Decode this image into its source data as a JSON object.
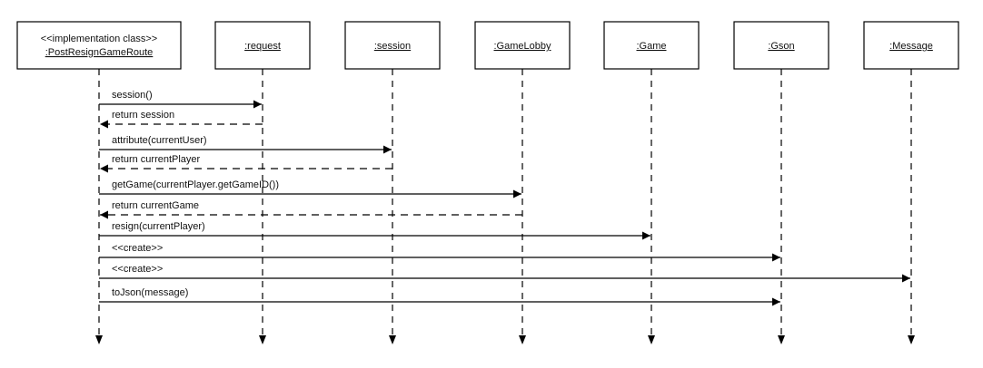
{
  "colors": {
    "line": "#000000",
    "box_fill": "#ffffff",
    "text": "#111111"
  },
  "participants": [
    {
      "id": "route",
      "stereotype": "<<implementation class>>",
      "name": ":PostResignGameRoute"
    },
    {
      "id": "request",
      "stereotype": "",
      "name": ":request"
    },
    {
      "id": "session",
      "stereotype": "",
      "name": ":session"
    },
    {
      "id": "lobby",
      "stereotype": "",
      "name": ":GameLobby"
    },
    {
      "id": "game",
      "stereotype": "",
      "name": ":Game"
    },
    {
      "id": "gson",
      "stereotype": "",
      "name": ":Gson"
    },
    {
      "id": "message",
      "stereotype": "",
      "name": ":Message"
    }
  ],
  "messages": [
    {
      "from": "route",
      "to": "request",
      "label": "session()",
      "kind": "call"
    },
    {
      "from": "request",
      "to": "route",
      "label": "return session",
      "kind": "return"
    },
    {
      "from": "route",
      "to": "session",
      "label": "attribute(currentUser)",
      "kind": "call"
    },
    {
      "from": "session",
      "to": "route",
      "label": "return currentPlayer",
      "kind": "return"
    },
    {
      "from": "route",
      "to": "lobby",
      "label": "getGame(currentPlayer.getGameID())",
      "kind": "call"
    },
    {
      "from": "lobby",
      "to": "route",
      "label": "return currentGame",
      "kind": "return"
    },
    {
      "from": "route",
      "to": "game",
      "label": "resign(currentPlayer)",
      "kind": "call"
    },
    {
      "from": "route",
      "to": "gson",
      "label": "<<create>>",
      "kind": "call"
    },
    {
      "from": "route",
      "to": "message",
      "label": "<<create>>",
      "kind": "call"
    },
    {
      "from": "route",
      "to": "gson",
      "label": "toJson(message)",
      "kind": "call"
    }
  ]
}
